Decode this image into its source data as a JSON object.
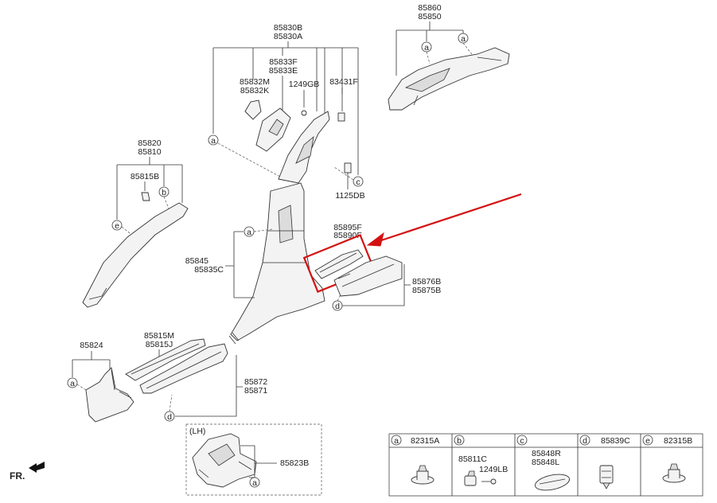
{
  "parts": {
    "p85860": "85860",
    "p85850": "85850",
    "p85830B": "85830B",
    "p85830A": "85830A",
    "p85833F": "85833F",
    "p85833E": "85833E",
    "p85832M": "85832M",
    "p85832K": "85832K",
    "p1249GB": "1249GB",
    "p83431F": "83431F",
    "p1125DB": "1125DB",
    "p85820": "85820",
    "p85810": "85810",
    "p85815B": "85815B",
    "p85895F": "85895F",
    "p85890F": "85890F",
    "p85845": "85845",
    "p85835C": "85835C",
    "p85876B": "85876B",
    "p85875B": "85875B",
    "p85824": "85824",
    "p85815M": "85815M",
    "p85815J": "85815J",
    "p85872": "85872",
    "p85871": "85871",
    "lh": "(LH)",
    "p85823B": "85823B",
    "fr": "FR."
  },
  "letters": {
    "a": "a",
    "b": "b",
    "c": "c",
    "d": "d",
    "e": "e"
  },
  "legend": {
    "a": "82315A",
    "b1": "85811C",
    "b2": "1249LB",
    "c1": "85848R",
    "c2": "85848L",
    "d": "85839C",
    "e": "82315B"
  },
  "colors": {
    "highlight": "#d41111",
    "line": "#333333"
  }
}
